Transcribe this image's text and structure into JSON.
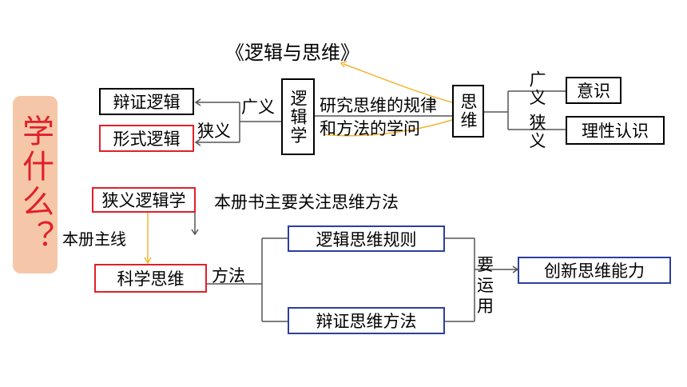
{
  "book_title": "《逻辑与思维》",
  "side_label": "学什么？",
  "top": {
    "logic_word": "逻辑学",
    "definition": [
      "研究思维的规律",
      "和方法的学问"
    ],
    "thinking_word": "思维",
    "broad": "广义",
    "narrow": "狭义",
    "dialectical_logic": "辩证逻辑",
    "formal_logic": "形式逻辑",
    "right_broad": "广义",
    "right_narrow": "狭义",
    "consciousness": "意识",
    "rational_cognition": "理性认识"
  },
  "bottom": {
    "narrow_logic": "狭义逻辑学",
    "focus_note": "本册书主要关注思维方法",
    "main_line": "本册主线",
    "scientific_thinking": "科学思维",
    "method": "方法",
    "logic_rules": "逻辑思维规则",
    "dialectical_methods": "辩证思维方法",
    "apply": "要运用",
    "innovative_ability": "创新思维能力"
  },
  "colors": {
    "red": "#e0202a",
    "blue": "#2c3f9e",
    "yellow": "#f2b632",
    "side_bg": "#f5c7a8"
  }
}
